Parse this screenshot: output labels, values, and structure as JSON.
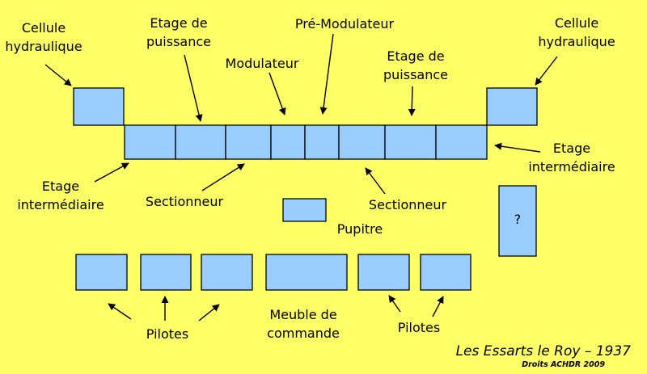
{
  "labels": {
    "cellule_left": "Cellule\nhydraulique",
    "etage_puissance_left": "Etage de\npuissance",
    "modulateur": "Modulateur",
    "pre_modulateur": "Pré-Modulateur",
    "etage_puissance_right": "Etage de\npuissance",
    "cellule_right": "Cellule\nhydraulique",
    "etage_intermediaire_left": "Etage\nintermédiaire",
    "sectionneur_left": "Sectionneur",
    "sectionneur_right": "Sectionneur",
    "etage_intermediaire_right": "Etage\nintermédiaire",
    "pupitre": "Pupitre",
    "pilotes_left": "Pilotes",
    "meuble_de_commande": "Meuble de\ncommande",
    "pilotes_right": "Pilotes",
    "unknown_box": "?"
  },
  "caption": "Les Essarts le Roy – 1937",
  "rights": "Droits ACHDR 2009",
  "colors": {
    "background": "#ffff66",
    "box_fill": "#99ccff",
    "stroke": "#000000"
  }
}
